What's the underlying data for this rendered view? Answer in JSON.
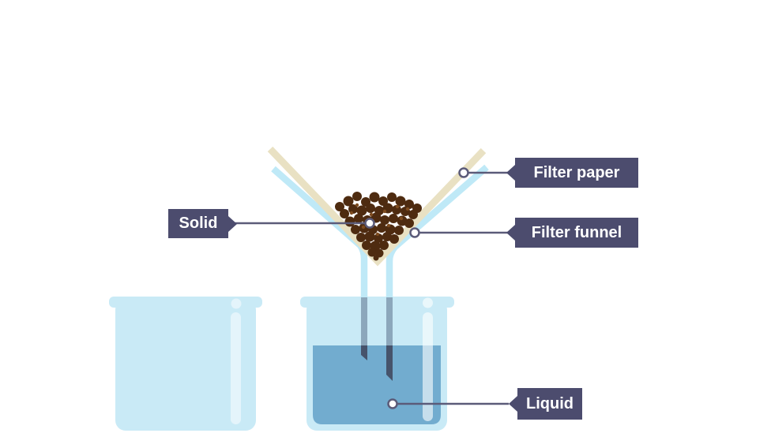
{
  "labels": {
    "filter_paper": "Filter paper",
    "filter_funnel": "Filter funnel",
    "solid": "Solid",
    "liquid": "Liquid"
  },
  "colors": {
    "background": "#ffffff",
    "label-bg": "#4c4c6e",
    "label-text": "#ffffff",
    "connector": "#5b5b79",
    "glass": "#c9eaf6",
    "glass-highlight": "#e4f4fb",
    "liquid": "#72accf",
    "funnel-blue": "#bfe9f7",
    "paper-cream": "#e9e1c3",
    "solid-brown": "#4e2b10",
    "solid-brown-light": "#7d4b1f",
    "stem-glass": "#8ca7bb",
    "stem-liquid": "#46536b"
  }
}
